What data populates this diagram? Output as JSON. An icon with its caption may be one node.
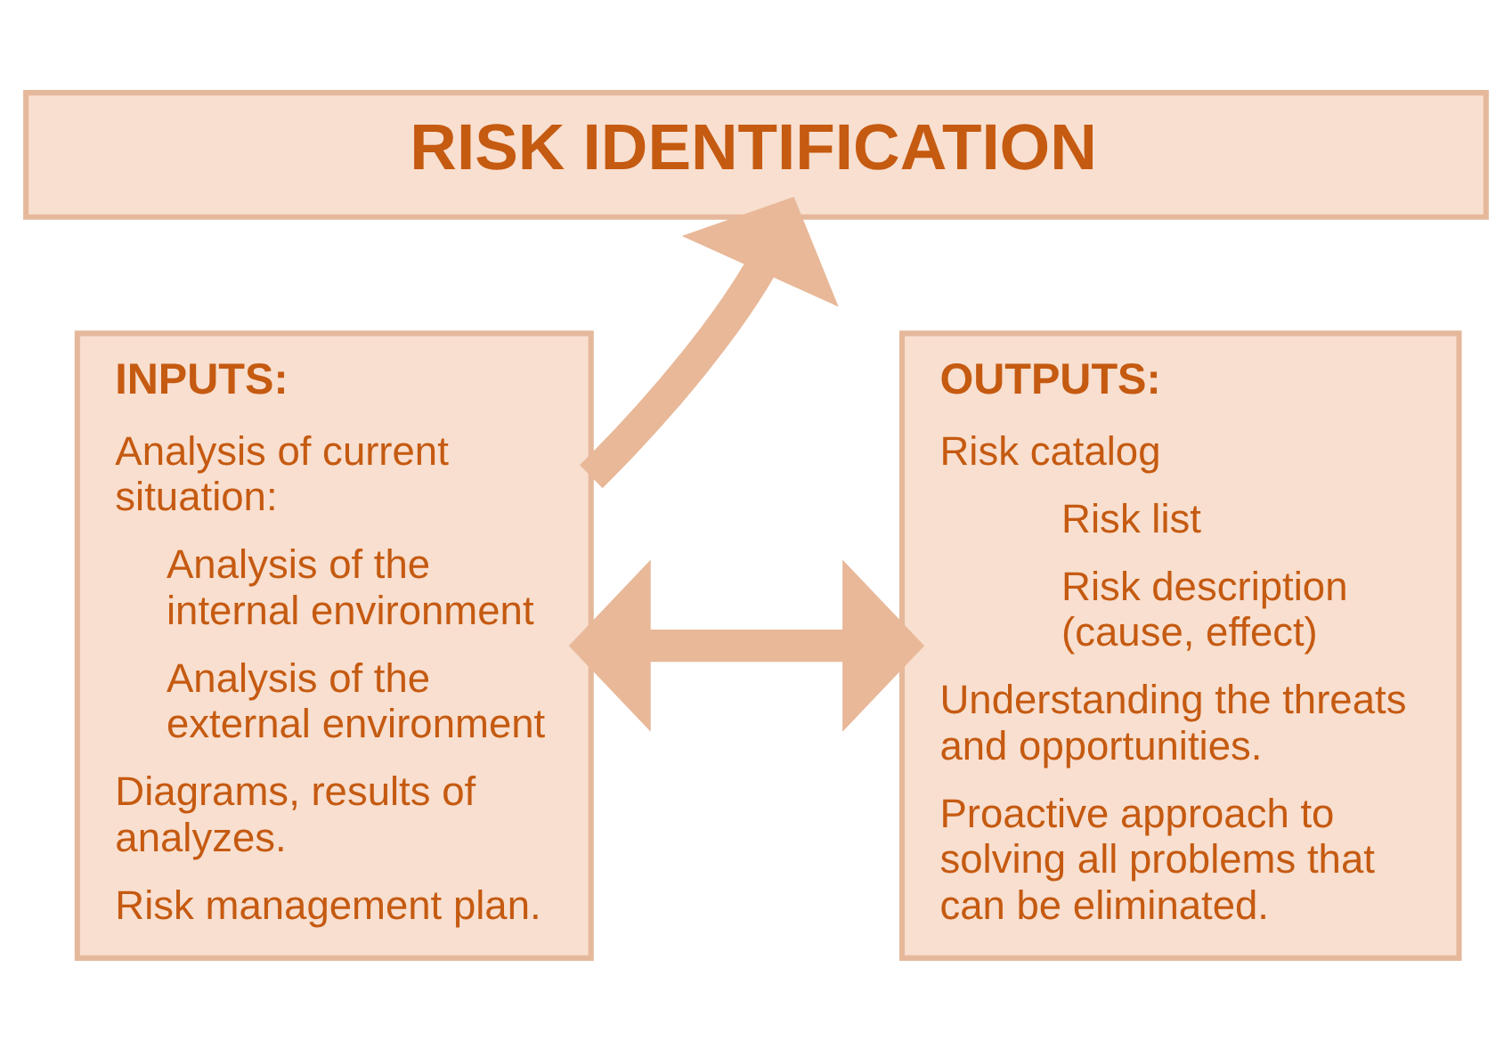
{
  "diagram": {
    "nodes": [
      {
        "text": [
          "RISK IDENTIFICATION"
        ]
      },
      {
        "text": [
          "INPUTS:",
          "Analysis of current situation:",
          "Analysis of the internal environment",
          "Analysis of the external environment",
          "Diagrams, results of analyzes.",
          "Risk management plan."
        ]
      },
      {
        "text": [
          "OUTPUTS:",
          "Risk catalog",
          "Risk list",
          "Risk description (cause, effect)",
          "Understanding the threats and opportunities.",
          "Proactive approach to solving all problems that can be eliminated."
        ]
      }
    ],
    "edges": [
      {
        "from": 1,
        "to": 0,
        "arrow": "to"
      },
      {
        "from": 1,
        "to": 2,
        "arrow": "both"
      }
    ]
  }
}
